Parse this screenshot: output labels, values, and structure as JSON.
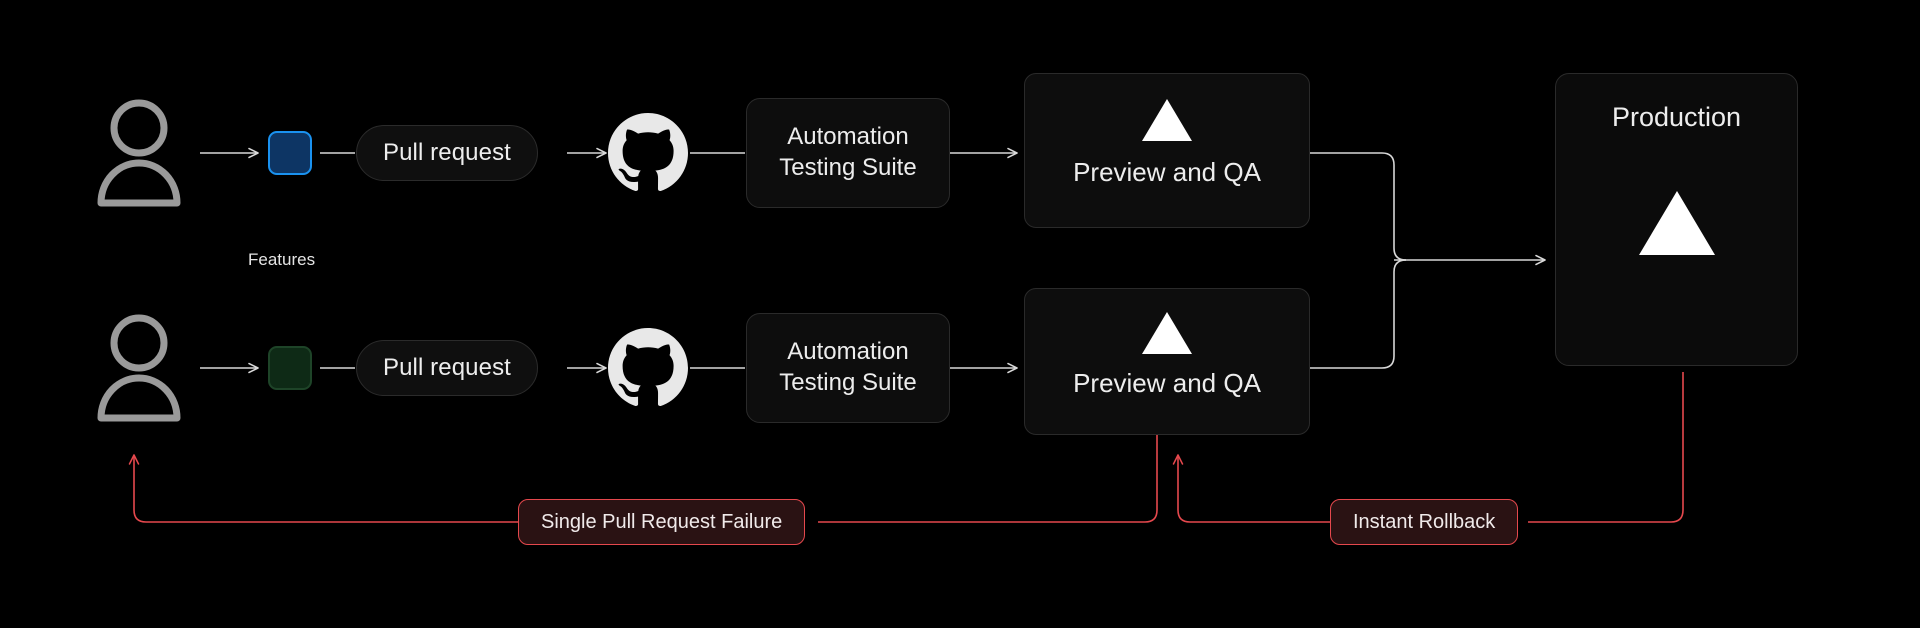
{
  "diagram": {
    "background": "#000000",
    "accent_white": "#ededed",
    "accent_red": "#e5484d",
    "accent_blue": "#1a92f0",
    "accent_green": "#1e4428"
  },
  "rows": [
    {
      "id": "row-top",
      "actor_icon": "user-icon",
      "chip": {
        "name": "status-chip-blue",
        "color": "#1a92f0"
      },
      "pill_label": "Pull request",
      "vcs_icon": "github-icon",
      "test_box_label": "Automation\nTesting Suite",
      "preview_box_label": "Preview and QA",
      "preview_box_icon": "vercel-triangle-icon"
    },
    {
      "id": "row-bottom",
      "actor_icon": "user-icon",
      "chip": {
        "name": "status-chip-green",
        "color": "#1e4428"
      },
      "pill_label": "Pull request",
      "vcs_icon": "github-icon",
      "test_box_label": "Automation\nTesting Suite",
      "preview_box_label": "Preview and QA",
      "preview_box_icon": "vercel-triangle-icon"
    }
  ],
  "captions": {
    "features": "Features"
  },
  "production": {
    "title": "Production",
    "icon": "vercel-triangle-icon"
  },
  "error_labels": {
    "pr_failure": "Single Pull Request Failure",
    "rollback": "Instant Rollback"
  }
}
